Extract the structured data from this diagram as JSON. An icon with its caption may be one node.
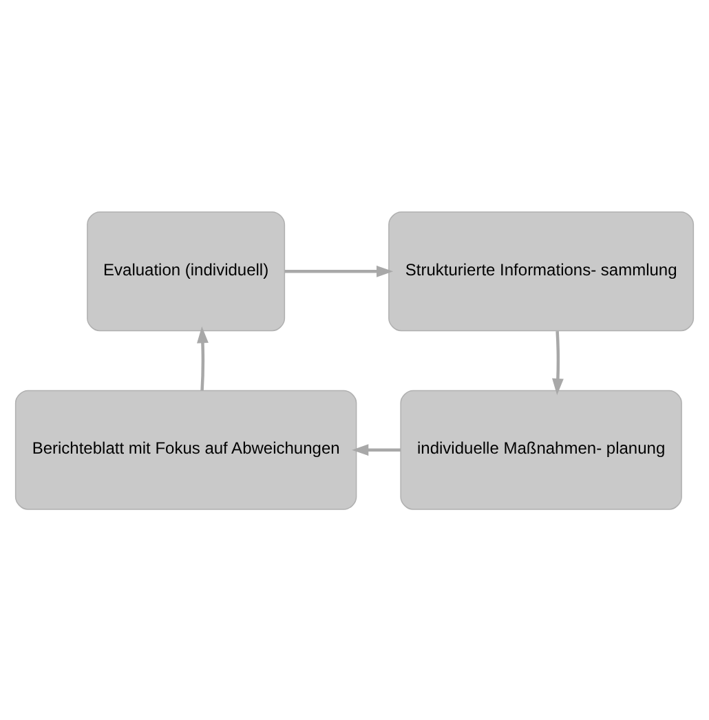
{
  "diagram": {
    "nodes": [
      {
        "text": [
          "Evaluation (individuell)"
        ]
      },
      {
        "text": [
          "Strukturierte Informations- sammlung"
        ]
      },
      {
        "text": [
          "Berichteblatt mit Fokus auf Abweichungen"
        ]
      },
      {
        "text": [
          "individuelle Maßnahmen- planung"
        ]
      }
    ],
    "edges": [
      {
        "from": 0,
        "to": 1,
        "arrow": "to"
      },
      {
        "from": 1,
        "to": 3,
        "arrow": "to"
      },
      {
        "from": 3,
        "to": 2,
        "arrow": "to"
      },
      {
        "from": 2,
        "to": 0,
        "arrow": "to"
      }
    ]
  }
}
